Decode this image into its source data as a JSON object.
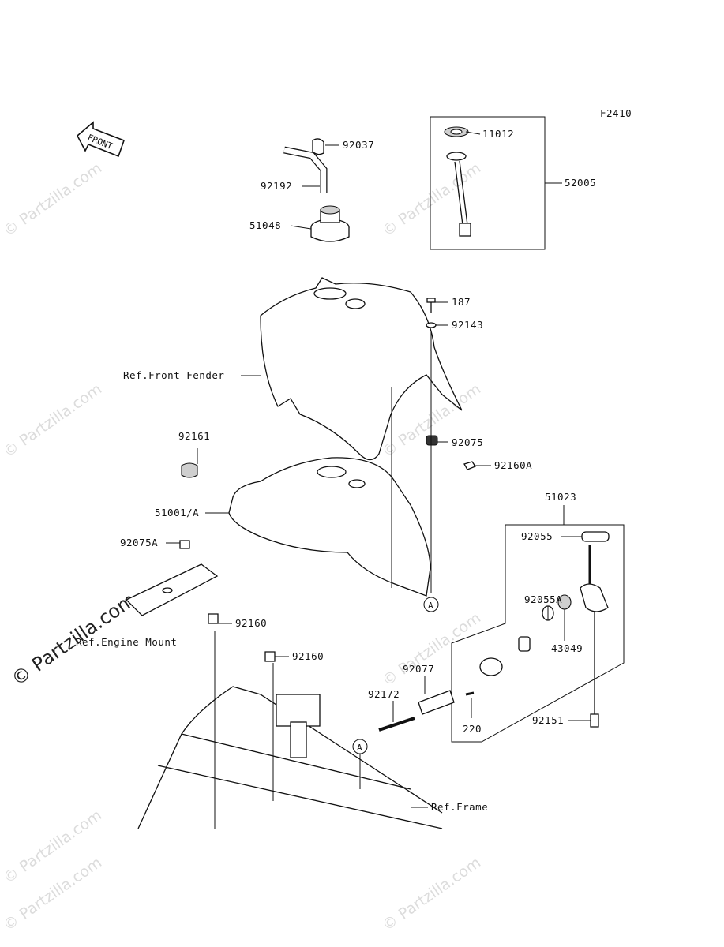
{
  "figure_code": "F2410",
  "front_label": "FRONT",
  "watermark": "© Partzilla.com",
  "circle_ref_label": "A",
  "labels": {
    "p11012": "11012",
    "p92037": "92037",
    "p52005": "52005",
    "p92192": "92192",
    "p51048": "51048",
    "p187": "187",
    "p92143": "92143",
    "ref_front_fender": "Ref.Front Fender",
    "p92075": "92075",
    "p92161": "92161",
    "p92160A": "92160A",
    "p51001A": "51001/A",
    "p51023": "51023",
    "p92075A": "92075A",
    "p92055": "92055",
    "p92055A": "92055A",
    "ref_engine_mount": "Ref.Engine Mount",
    "p92160_1": "92160",
    "p92160_2": "92160",
    "p43049": "43049",
    "p92077": "92077",
    "p92172": "92172",
    "p220": "220",
    "p92151": "92151",
    "ref_frame": "Ref.Frame"
  }
}
